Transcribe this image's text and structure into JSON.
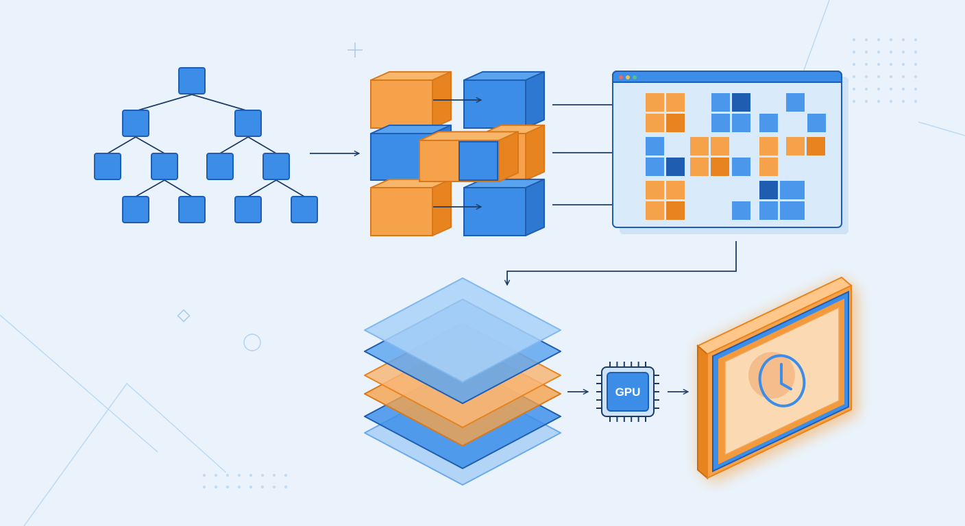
{
  "colors": {
    "background": "#eaf3fc",
    "blue": "#3b8de8",
    "blue_dark": "#1f5db0",
    "navy": "#1c3b66",
    "orange": "#f5a24a",
    "orange_dark": "#e8841f",
    "light_blue": "#bcdaf8",
    "decor": "#bcd9f2"
  },
  "diagram": {
    "stages": [
      {
        "name": "tree",
        "icon": "tree-hierarchy-icon"
      },
      {
        "name": "blocks",
        "icon": "cube-blocks-icon"
      },
      {
        "name": "tile-grid",
        "icon": "browser-window-icon"
      },
      {
        "name": "layers",
        "icon": "layer-stack-icon"
      },
      {
        "name": "gpu",
        "icon": "gpu-chip-icon",
        "label": "GPU"
      },
      {
        "name": "display",
        "icon": "clock-display-icon"
      }
    ],
    "window_dots": [
      "#ef6a5a",
      "#f5c04a",
      "#4cc38a"
    ]
  }
}
